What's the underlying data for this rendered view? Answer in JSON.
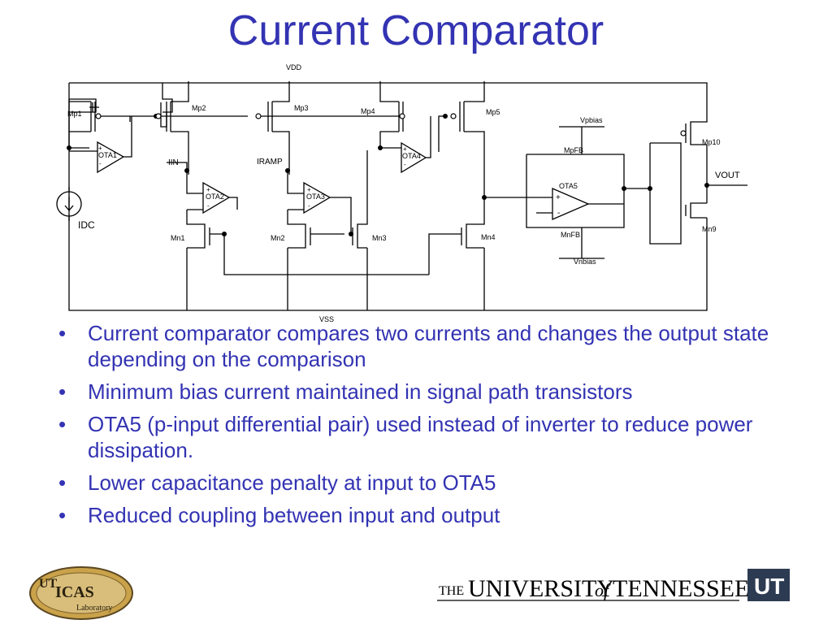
{
  "slide": {
    "title": "Current Comparator"
  },
  "circuit": {
    "labels": {
      "vdd": "VDD",
      "vss": "VSS",
      "mp1": "Mp1",
      "mp2": "Mp2",
      "mp3": "Mp3",
      "mp4": "Mp4",
      "mp5": "Mp5",
      "mp10": "Mp10",
      "mn1": "Mn1",
      "mn2": "Mn2",
      "mn3": "Mn3",
      "mn4": "Mn4",
      "mn9": "Mn9",
      "mpfb": "MpFB",
      "mnfb": "MnFB",
      "vpbias": "Vpbias",
      "vnbias": "Vnbias",
      "iin": "IIN",
      "iramp": "IRAMP",
      "idc": "IDC",
      "vout": "VOUT",
      "ota1": "OTA1",
      "ota2": "OTA2",
      "ota3": "OTA3",
      "ota4": "OTA4",
      "ota5": "OTA5",
      "plus": "+",
      "minus": "-"
    }
  },
  "bullets": [
    "Current comparator compares two currents and changes the output state depending on the comparison",
    "Minimum bias current maintained in signal path transistors",
    "OTA5 (p-input differential pair) used instead of inverter to reduce power dissipation.",
    "Lower capacitance penalty at input to OTA5",
    "Reduced coupling between input and output"
  ],
  "bullet_symbol": "•",
  "logos": {
    "university_the": "THE",
    "university_name": "UNIVERSITY",
    "university_of": "of",
    "university_state": "TENNESSEE",
    "university_mark": "UT",
    "lab_top": "UT",
    "lab_mid": "ICAS",
    "lab_bottom": "Laboratory"
  },
  "colors": {
    "title": "#3333b3",
    "bullet_text": "#3333b3",
    "ut_orange": "#e07b20",
    "lab_gold": "#c9a24a"
  }
}
